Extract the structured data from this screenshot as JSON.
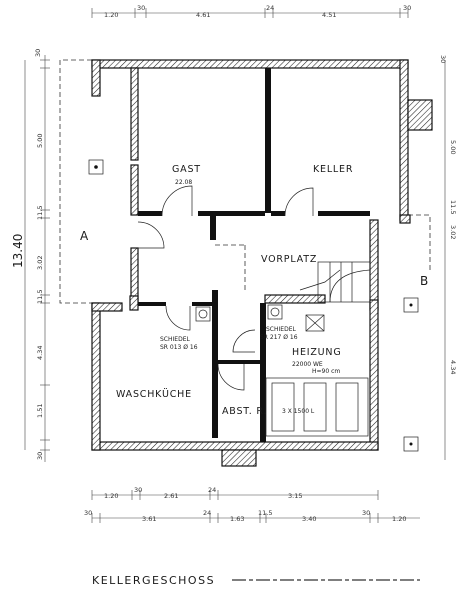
{
  "title": "KELLERGESCHOSS",
  "rooms": {
    "gast": "GAST",
    "gast_area": "22.08",
    "keller": "KELLER",
    "vorplatz": "VORPLATZ",
    "heizung": "HEIZUNG",
    "heizung_power": "22000 WE",
    "heizung_height": "H=90 cm",
    "waschkueche": "WASCHKÜCHE",
    "abst": "ABST. R.",
    "tank": "3 X 1500 L"
  },
  "chimneys": {
    "left_label": "SCHIEDEL",
    "left_spec": "SR 013 Ø 16",
    "right_label": "SCHIEDEL",
    "right_spec": "SR 217 Ø 16"
  },
  "section_marks": {
    "a": "A",
    "b": "B"
  },
  "dimensions": {
    "top": [
      "1.20",
      "30",
      "4.61",
      "24",
      "4.51",
      "30"
    ],
    "left": [
      "30",
      "5.00",
      "11.5",
      "3.02",
      "11.5",
      "4.34",
      "1.51",
      "30"
    ],
    "left_total": "13.40",
    "right": [
      "30",
      "5.00",
      "11.5",
      "3.02",
      "4.34"
    ],
    "bottom1": [
      "1.20",
      "30",
      "2.61",
      "24",
      "3.15"
    ],
    "bottom2": [
      "30",
      "3.61",
      "24",
      "1.63",
      "11.5",
      "3.40",
      "30",
      "1.20"
    ]
  }
}
